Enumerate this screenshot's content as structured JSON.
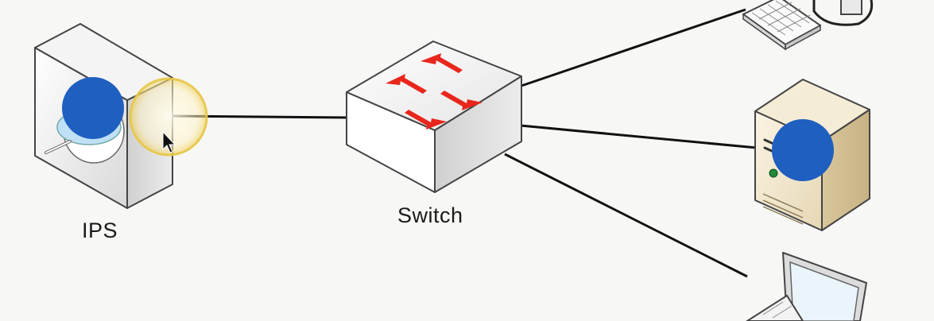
{
  "diagram": {
    "labels": {
      "ips": "IPS",
      "switch": "Switch"
    },
    "colors": {
      "background": "#f7f7f5",
      "marker_blue": "#1f5fbf",
      "switch_arrows": "#e8261c",
      "highlight_ring": "#f0d060",
      "link_lines": "#111111"
    },
    "nodes": [
      {
        "id": "ips",
        "icon": "ips-appliance-icon"
      },
      {
        "id": "switch",
        "icon": "network-switch-icon"
      },
      {
        "id": "workstation",
        "icon": "keyboard-monitor-icon"
      },
      {
        "id": "server",
        "icon": "tower-server-icon"
      },
      {
        "id": "laptop",
        "icon": "laptop-icon"
      }
    ],
    "links": [
      {
        "from": "ips",
        "to": "switch"
      },
      {
        "from": "switch",
        "to": "workstation"
      },
      {
        "from": "switch",
        "to": "server"
      },
      {
        "from": "switch",
        "to": "laptop"
      }
    ]
  }
}
